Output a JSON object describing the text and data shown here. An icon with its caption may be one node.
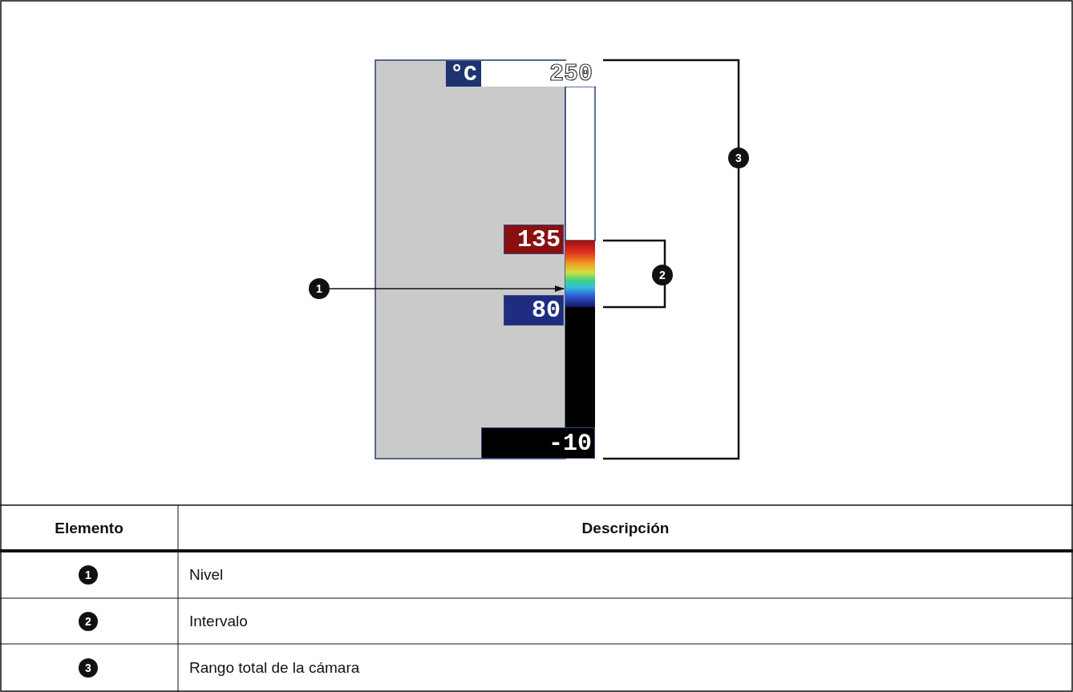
{
  "diagram": {
    "nodes": [
      {
        "text": [
          "1"
        ]
      },
      {
        "text": [],
        "shape": "bar"
      },
      {
        "text": [
          "3"
        ]
      },
      {
        "text": [
          "2"
        ]
      },
      {
        "text": [
          "1"
        ]
      },
      {
        "text": [
          "2"
        ]
      },
      {
        "text": [
          "3"
        ]
      }
    ],
    "edges": [
      {
        "from": 0,
        "to": 1,
        "arrow": "to"
      }
    ],
    "labels": [
      "°C",
      "250",
      "135",
      "80",
      "-10",
      "Elemento",
      "Descripción",
      "Nivel",
      "Intervalo",
      "Rango total de la cámara"
    ]
  }
}
